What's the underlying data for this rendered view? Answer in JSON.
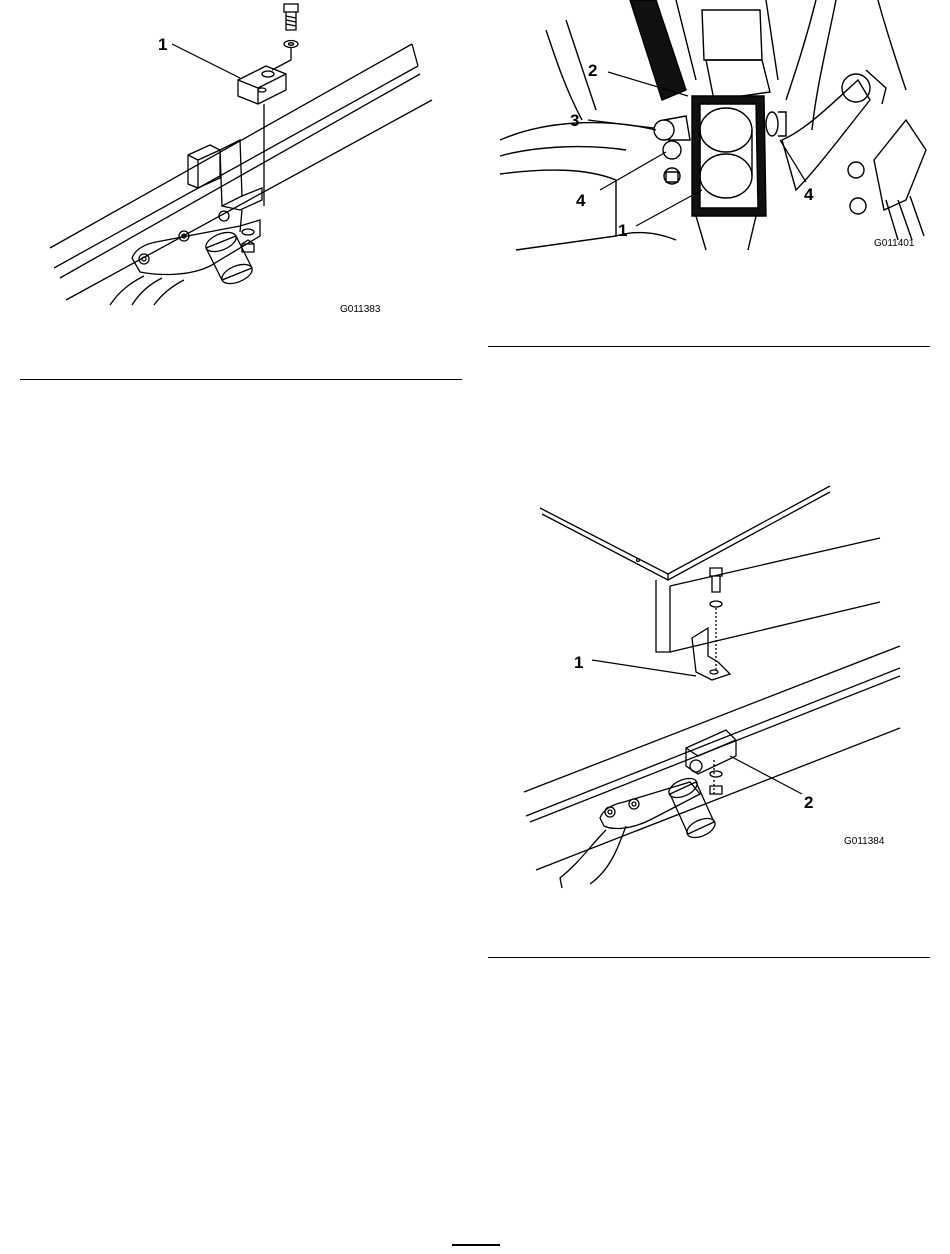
{
  "figures": [
    {
      "code": "G011383",
      "callouts": [
        "1"
      ]
    },
    {
      "code": "G011401",
      "callouts": [
        "2",
        "3",
        "4",
        "1",
        "4"
      ]
    },
    {
      "code": "G011384",
      "callouts": [
        "1",
        "2"
      ]
    }
  ]
}
